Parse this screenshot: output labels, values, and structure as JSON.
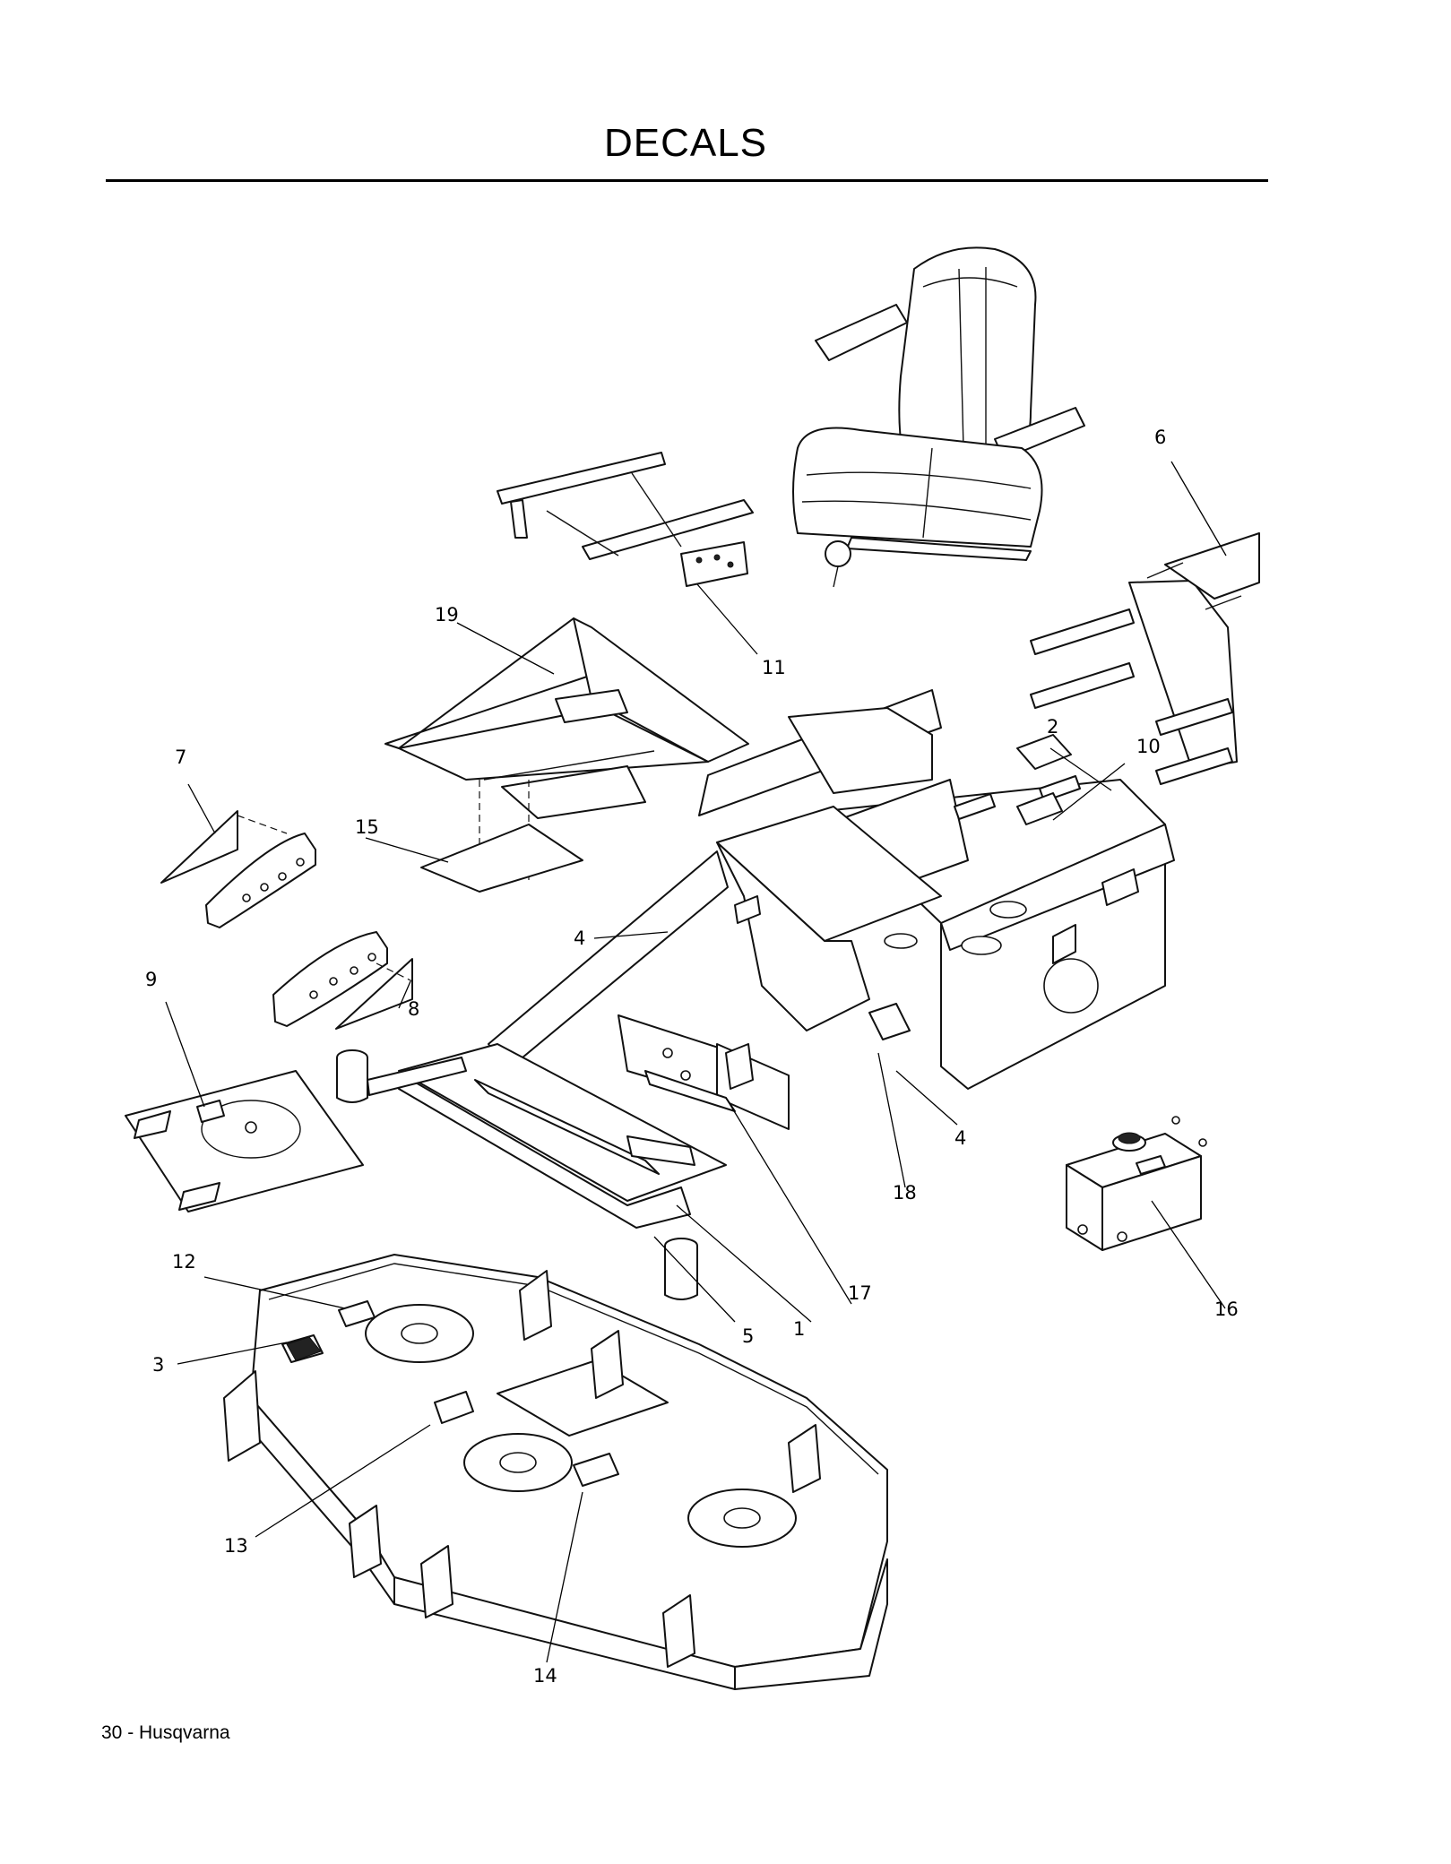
{
  "page": {
    "title": "DECALS",
    "footer": "30 - Husqvarna"
  },
  "callouts": [
    "1",
    "2",
    "3",
    "4",
    "4",
    "5",
    "6",
    "7",
    "8",
    "9",
    "10",
    "11",
    "12",
    "13",
    "14",
    "15",
    "16",
    "17",
    "18",
    "19"
  ],
  "colors": {
    "ink": "#000000",
    "paper": "#ffffff"
  }
}
